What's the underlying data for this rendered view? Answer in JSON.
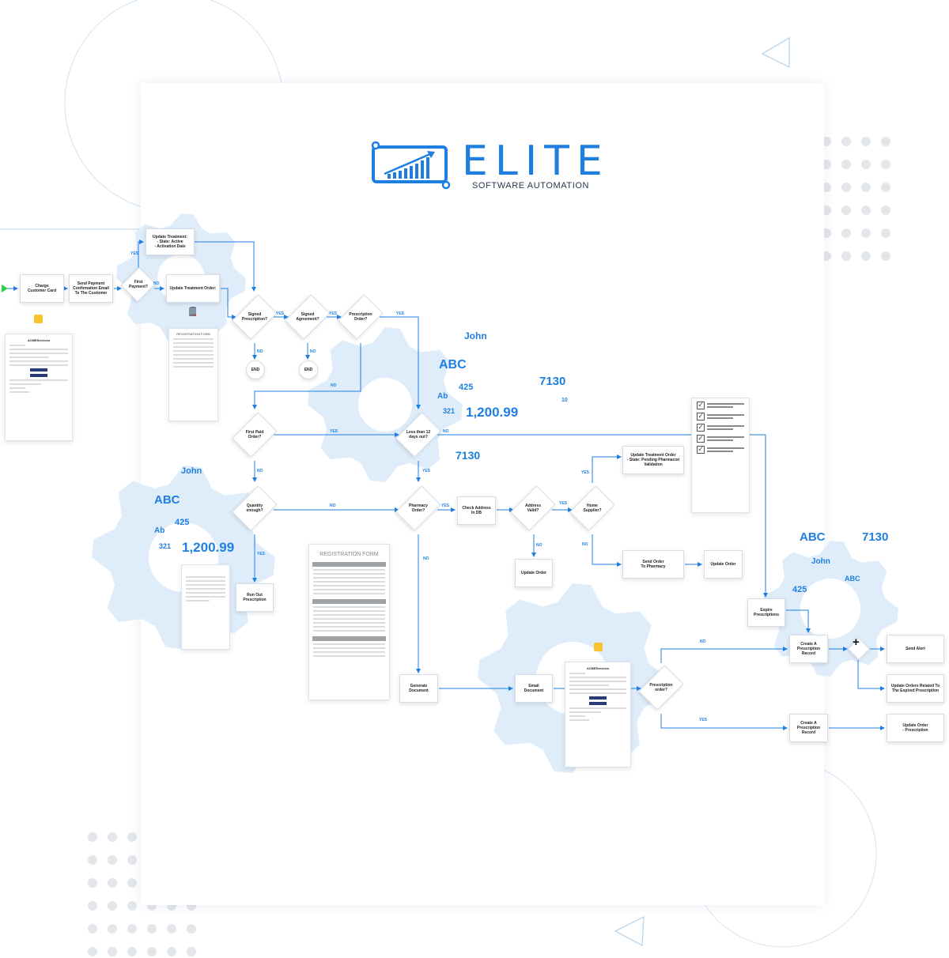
{
  "logo": {
    "word": "ELITE",
    "tagline": "SOFTWARE AUTOMATION",
    "brand_color": "#1f7fe0"
  },
  "icons": [
    "chart-icon",
    "envelope-icon",
    "database-icon",
    "checklist-icon",
    "plus-icon"
  ],
  "nodes": {
    "charge": "Charge\nCustomer Card",
    "send_payment": "Send Payment\nConfirmation Email\nTo The Customer",
    "first_payment": "First\nPayment?",
    "update_active": "Update Treatment:\n- State: Active\n- Activation Date",
    "update_order": "Update Treatment Order:",
    "signed_prescription": "Signed\nPrescription?",
    "signed_agreement": "Signed\nAgreement?",
    "prescription_order": "Prescription\nOrder?",
    "end1": "END",
    "end2": "END",
    "first_paid": "First Paid\nOrder?",
    "less_than": "Less than 12\ndays out?",
    "quantity": "Quantity\nenough?",
    "pharmacy_order": "Pharmacy\nOrder?",
    "check_address": "Check Address\nIn DB",
    "address_valid": "Address\nValid?",
    "home_supplier": "Home\nSupplier?",
    "update_pending": "Update Treatment Order\n- State: Pending Pharmacist\nValidation",
    "send_pharmacy": "Send Order\nTo Pharmacy",
    "update_order2": "Update Order",
    "update_order3": "Update Order",
    "run_out": "Run Out\nPrescription",
    "generate_doc": "Generate\nDocument",
    "email_doc": "Email\nDocument",
    "prescription_q": "Prescription\norder?",
    "expire": "Expire\nPrescriptions",
    "create_record1": "Create A\nPrescription\nRecord",
    "create_record2": "Create A\nPrescription\nRecord",
    "send_alert": "Send Alert",
    "update_related": "Update Orders Related To\nThe Expired Prescription",
    "update_order_presc": "Update Order\n- Prescription"
  },
  "edge_labels": {
    "yes": "YES",
    "no": "NO"
  },
  "floating_numbers": {
    "john": "John",
    "abc": "ABC",
    "n425": "425",
    "ab": "Ab",
    "n321": "321",
    "amount": "1,200.99",
    "n7130": "7130",
    "n10": "10"
  },
  "documents": {
    "registration_small_title": "REGISTRATION FORM",
    "registration_big_title": "REGISTRATION FORM",
    "email_brand": "ACMEServices"
  }
}
